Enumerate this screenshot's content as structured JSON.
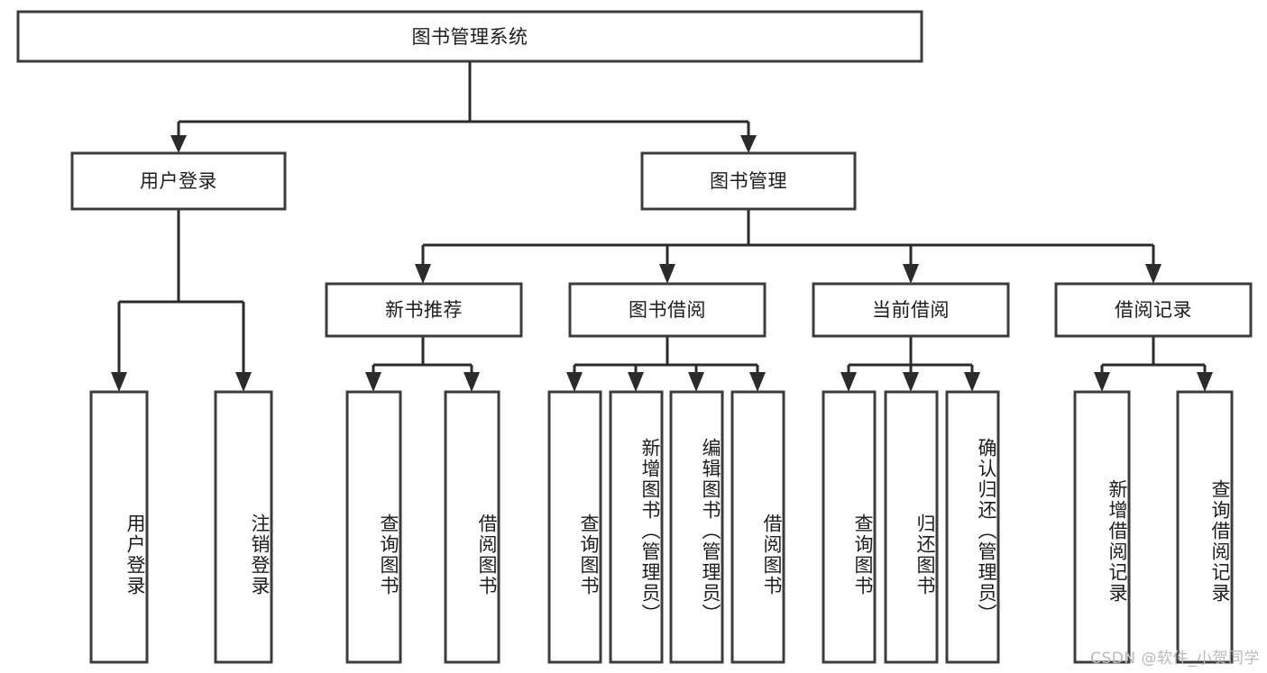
{
  "diagram": {
    "type": "tree-hierarchy",
    "title": "图书管理系统",
    "orientation": "top-down",
    "colors": {
      "box_border": "#3c3c3c",
      "box_fill": "#ffffff",
      "connector": "#2b2b2b",
      "text": "#1d1d1d",
      "background": "#ffffff",
      "watermark": "#b9b9b9"
    },
    "root": {
      "label": "图书管理系统"
    },
    "level2": [
      {
        "label": "用户登录"
      },
      {
        "label": "图书管理"
      }
    ],
    "level3": [
      {
        "label": "新书推荐"
      },
      {
        "label": "图书借阅"
      },
      {
        "label": "当前借阅"
      },
      {
        "label": "借阅记录"
      }
    ],
    "leaves": {
      "user_login": [
        {
          "label": "用户登录"
        },
        {
          "label": "注销登录"
        }
      ],
      "new_book_recommend": [
        {
          "label": "查询图书"
        },
        {
          "label": "借阅图书"
        }
      ],
      "book_borrow": [
        {
          "label": "查询图书"
        },
        {
          "label": "新增图书（管理员）"
        },
        {
          "label": "编辑图书（管理员）"
        },
        {
          "label": "借阅图书"
        }
      ],
      "current_borrow": [
        {
          "label": "查询图书"
        },
        {
          "label": "归还图书"
        },
        {
          "label": "确认归还（管理员）"
        }
      ],
      "borrow_record": [
        {
          "label": "新增借阅记录"
        },
        {
          "label": "查询借阅记录"
        }
      ]
    }
  },
  "watermark": {
    "text": "CSDN @软件_小贺同学"
  }
}
